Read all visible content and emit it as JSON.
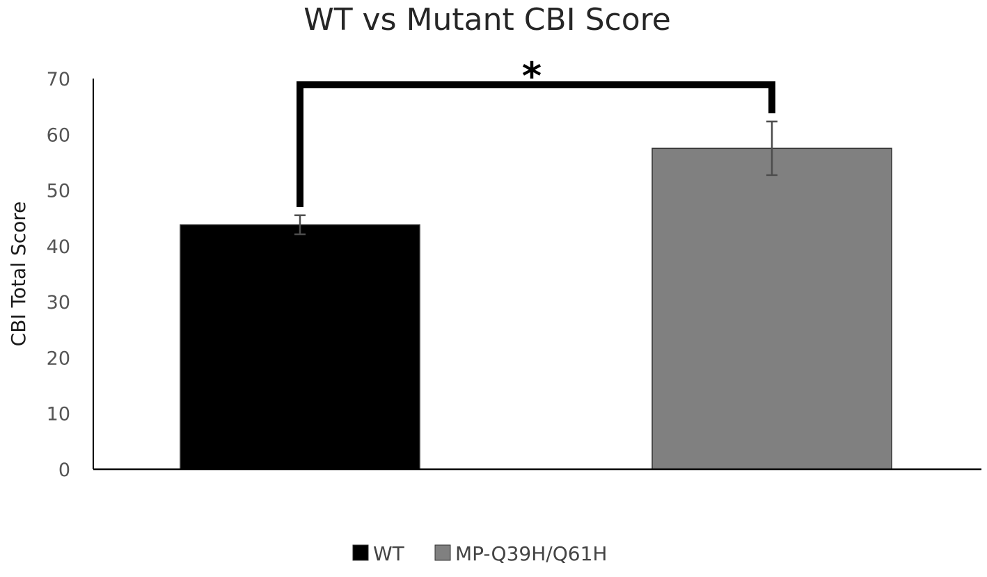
{
  "chart_data": {
    "type": "bar",
    "title": "WT vs Mutant CBI Score",
    "xlabel": "",
    "ylabel": "CBI Total Score",
    "ylim": [
      0,
      70
    ],
    "yticks": [
      0,
      10,
      20,
      30,
      40,
      50,
      60,
      70
    ],
    "grid": false,
    "legend_position": "bottom",
    "categories": [
      "WT",
      "MP-Q39H/Q61H"
    ],
    "values": [
      43.8,
      57.5
    ],
    "errors": [
      1.7,
      4.8
    ],
    "colors": [
      "#000000",
      "#808080"
    ],
    "legend": [
      {
        "label": "WT",
        "color": "#000000"
      },
      {
        "label": "MP-Q39H/Q61H",
        "color": "#808080"
      }
    ],
    "annotations": [
      {
        "type": "significance-bracket",
        "text": "*",
        "between": [
          "WT",
          "MP-Q39H/Q61H"
        ]
      }
    ]
  }
}
